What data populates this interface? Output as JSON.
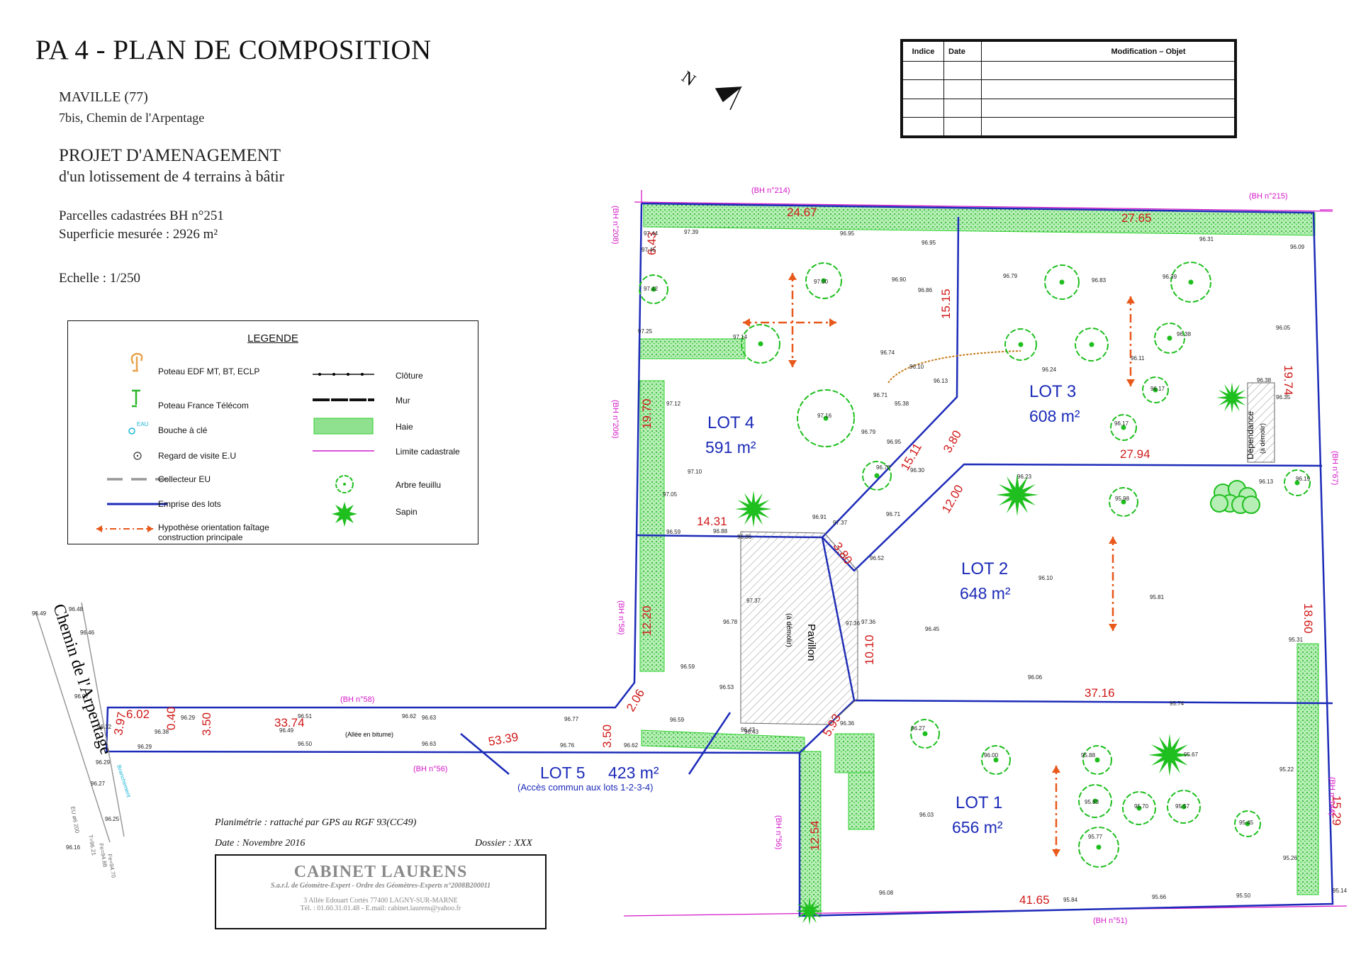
{
  "title": "PA 4 - PLAN DE COMPOSITION",
  "location": {
    "town": "MAVILLE (77)",
    "address": "7bis, Chemin de l'Arpentage"
  },
  "project": {
    "title": "PROJET D'AMENAGEMENT",
    "subtitle": "d'un lotissement de 4 terrains à bâtir"
  },
  "parcel": {
    "cadastre": "Parcelles cadastrées BH n°251",
    "area": "Superficie mesurée : 2926 m²"
  },
  "scale": "Echelle : 1/250",
  "revision_table": {
    "headers": [
      "Indice",
      "Date",
      "Modification – Objet"
    ],
    "rows": [
      [
        "",
        "",
        ""
      ],
      [
        "",
        "",
        ""
      ],
      [
        "",
        "",
        ""
      ],
      [
        "",
        "",
        ""
      ]
    ]
  },
  "north": "N",
  "legend": {
    "title": "LEGENDE",
    "items_left": [
      "Poteau EDF MT, BT, ECLP",
      "Poteau France Télécom",
      "Bouche à clé",
      "Regard de visite E.U",
      "Collecteur EU",
      "Emprise des lots",
      "Hypothèse orientation faîtage construction principale"
    ],
    "items_right": [
      "Clôture",
      "Mur",
      "Haie",
      "Limite cadastrale",
      "Arbre feuillu",
      "Sapin"
    ],
    "eau_label": "EAU"
  },
  "lots": [
    {
      "name": "LOT 1",
      "area": "656 m²"
    },
    {
      "name": "LOT 2",
      "area": "648 m²"
    },
    {
      "name": "LOT 3",
      "area": "608 m²"
    },
    {
      "name": "LOT 4",
      "area": "591 m²"
    },
    {
      "name": "LOT 5",
      "area": "423 m²",
      "note": "(Accès commun aux lots 1-2-3-4)"
    }
  ],
  "street": "Chemin de l'Arpentage",
  "driveway": "(Allée en bitume)",
  "building": {
    "name": "Pavillon",
    "note": "(à démolir)"
  },
  "outbuilding": {
    "name": "Dépendance",
    "note": "(à démolir)"
  },
  "neighbours": [
    "(BH n°214)",
    "(BH n°215)",
    "(BH n°208)",
    "(BH n°206)",
    "(BH n°58)",
    "(BH n°56)",
    "(BH n°67)",
    "(BH n°144)",
    "(BH n°51)",
    "(BH n°58)",
    "(BH n°56)"
  ],
  "dimensions": [
    "24.67",
    "27.65",
    "6.43",
    "15.15",
    "19.74",
    "19.70",
    "27.94",
    "14.31",
    "15.11",
    "3.80",
    "12.00",
    "3.80",
    "18.60",
    "12.20",
    "10.10",
    "37.16",
    "2.06",
    "5.93",
    "6.02",
    "0.40",
    "3.97",
    "3.50",
    "33.74",
    "3.50",
    "53.39",
    "12.54",
    "41.65",
    "15.29"
  ],
  "levels": [
    "97.44",
    "97.39",
    "96.95",
    "96.95",
    "96.31",
    "96.09",
    "97.45",
    "97.42",
    "97.00",
    "96.90",
    "96.86",
    "96.79",
    "96.83",
    "96.39",
    "97.14",
    "96.74",
    "96.10",
    "96.38",
    "96.11",
    "96.05",
    "97.25",
    "96.13",
    "96.24",
    "96.17",
    "96.38",
    "96.35",
    "97.12",
    "96.71",
    "95.38",
    "97.16",
    "96.79",
    "96.17",
    "96.95",
    "96.70",
    "96.30",
    "96.23",
    "95.98",
    "96.13",
    "96.19",
    "97.10",
    "97.05",
    "96.91",
    "96.71",
    "97.37",
    "96.59",
    "96.88",
    "96.86",
    "96.52",
    "97.36",
    "96.43",
    "97.37",
    "96.78",
    "96.10",
    "95.81",
    "97.36",
    "96.45",
    "96.59",
    "96.53",
    "96.06",
    "95.31",
    "96.29",
    "96.51",
    "96.62",
    "96.63",
    "96.77",
    "96.59",
    "95.74",
    "96.38",
    "96.49",
    "96.43",
    "96.36",
    "96.27",
    "96.29",
    "96.50",
    "96.63",
    "96.76",
    "96.62",
    "96.00",
    "95.88",
    "95.67",
    "95.22",
    "95.83",
    "95.70",
    "95.57",
    "96.03",
    "95.77",
    "95.45",
    "95.26",
    "96.08",
    "95.84",
    "95.66",
    "95.50",
    "95.14",
    "96.48",
    "96.49",
    "96.46",
    "96.37",
    "96.32",
    "96.29",
    "96.27",
    "96.25",
    "96.16"
  ],
  "street_labels": [
    "EU ø6 200",
    "T=96.21",
    "Fe=94.88",
    "Branchement",
    "Fe=94.70"
  ],
  "notes": {
    "planimetry": "Planimétrie : rattaché par GPS au RGF 93(CC49)",
    "date": "Date : Novembre 2016",
    "dossier": "Dossier : XXX"
  },
  "cabinet": {
    "name": "CABINET LAURENS",
    "subtitle": "S.a.r.l. de Géomètre-Expert - Ordre des Géomètres-Experts n°2008B200011",
    "address": "3 Allée Edouart Cortès 77400 LAGNY-SUR-MARNE",
    "contact": "Tél. : 01.60.31.01.48 - E.mail: cabinet.laurens@yahoo.fr"
  },
  "colors": {
    "lot_line": "#1c2bb8",
    "dimension": "#d01818",
    "cadastre": "#d418c8",
    "hedge": "#2fcf2f",
    "tree": "#1fbf1f",
    "orientation": "#e8581a",
    "text_blue": "#1c2bb8"
  }
}
